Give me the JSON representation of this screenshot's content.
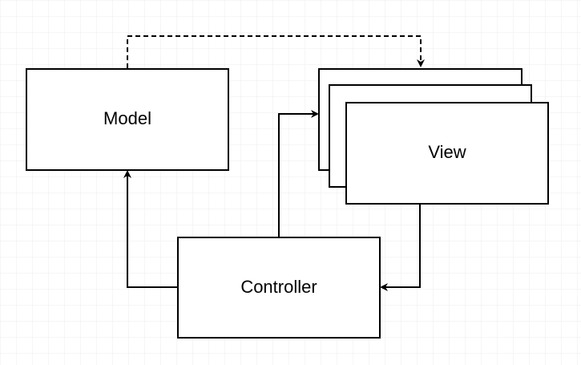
{
  "diagram": {
    "nodes": {
      "model": {
        "label": "Model"
      },
      "view": {
        "label": "View",
        "stack_count": 3
      },
      "controller": {
        "label": "Controller"
      }
    },
    "edges": [
      {
        "from": "model",
        "to": "view",
        "style": "dashed"
      },
      {
        "from": "controller",
        "to": "model",
        "style": "solid"
      },
      {
        "from": "controller",
        "to": "view",
        "style": "solid"
      },
      {
        "from": "view",
        "to": "controller",
        "style": "solid"
      }
    ],
    "colors": {
      "background": "#ffffff",
      "grid": "#ececec",
      "stroke": "#000000",
      "fill": "#ffffff"
    }
  }
}
